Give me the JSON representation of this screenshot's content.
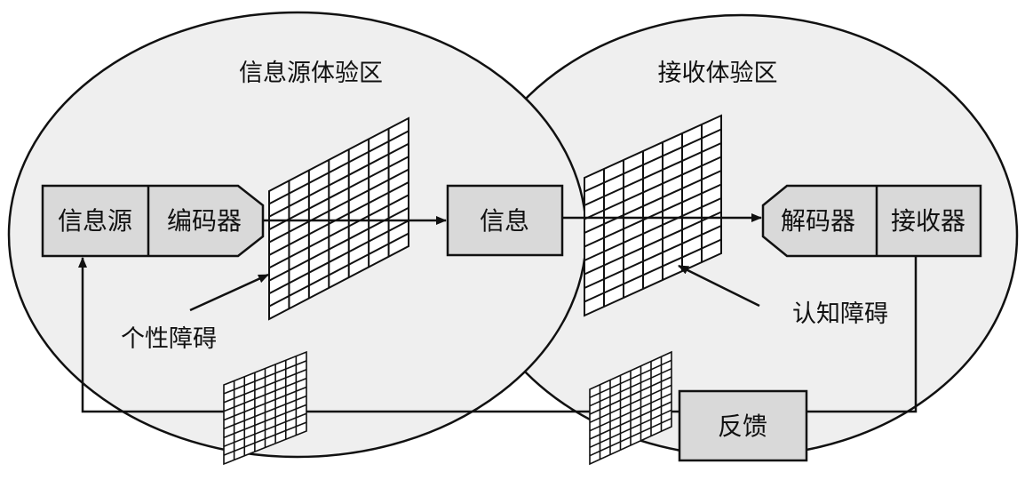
{
  "diagram": {
    "source_zone_label": "信息源体验区",
    "receiver_zone_label": "接收体验区",
    "nodes": {
      "source": "信息源",
      "encoder": "编码器",
      "message": "信息",
      "decoder": "解码器",
      "receiver": "接收器",
      "feedback": "反馈"
    },
    "barriers": {
      "personality": "个性障碍",
      "cognitive": "认知障碍"
    },
    "colors": {
      "zone_fill": "#efefef",
      "box_fill": "#d9d9d9",
      "stroke": "#111111"
    }
  }
}
